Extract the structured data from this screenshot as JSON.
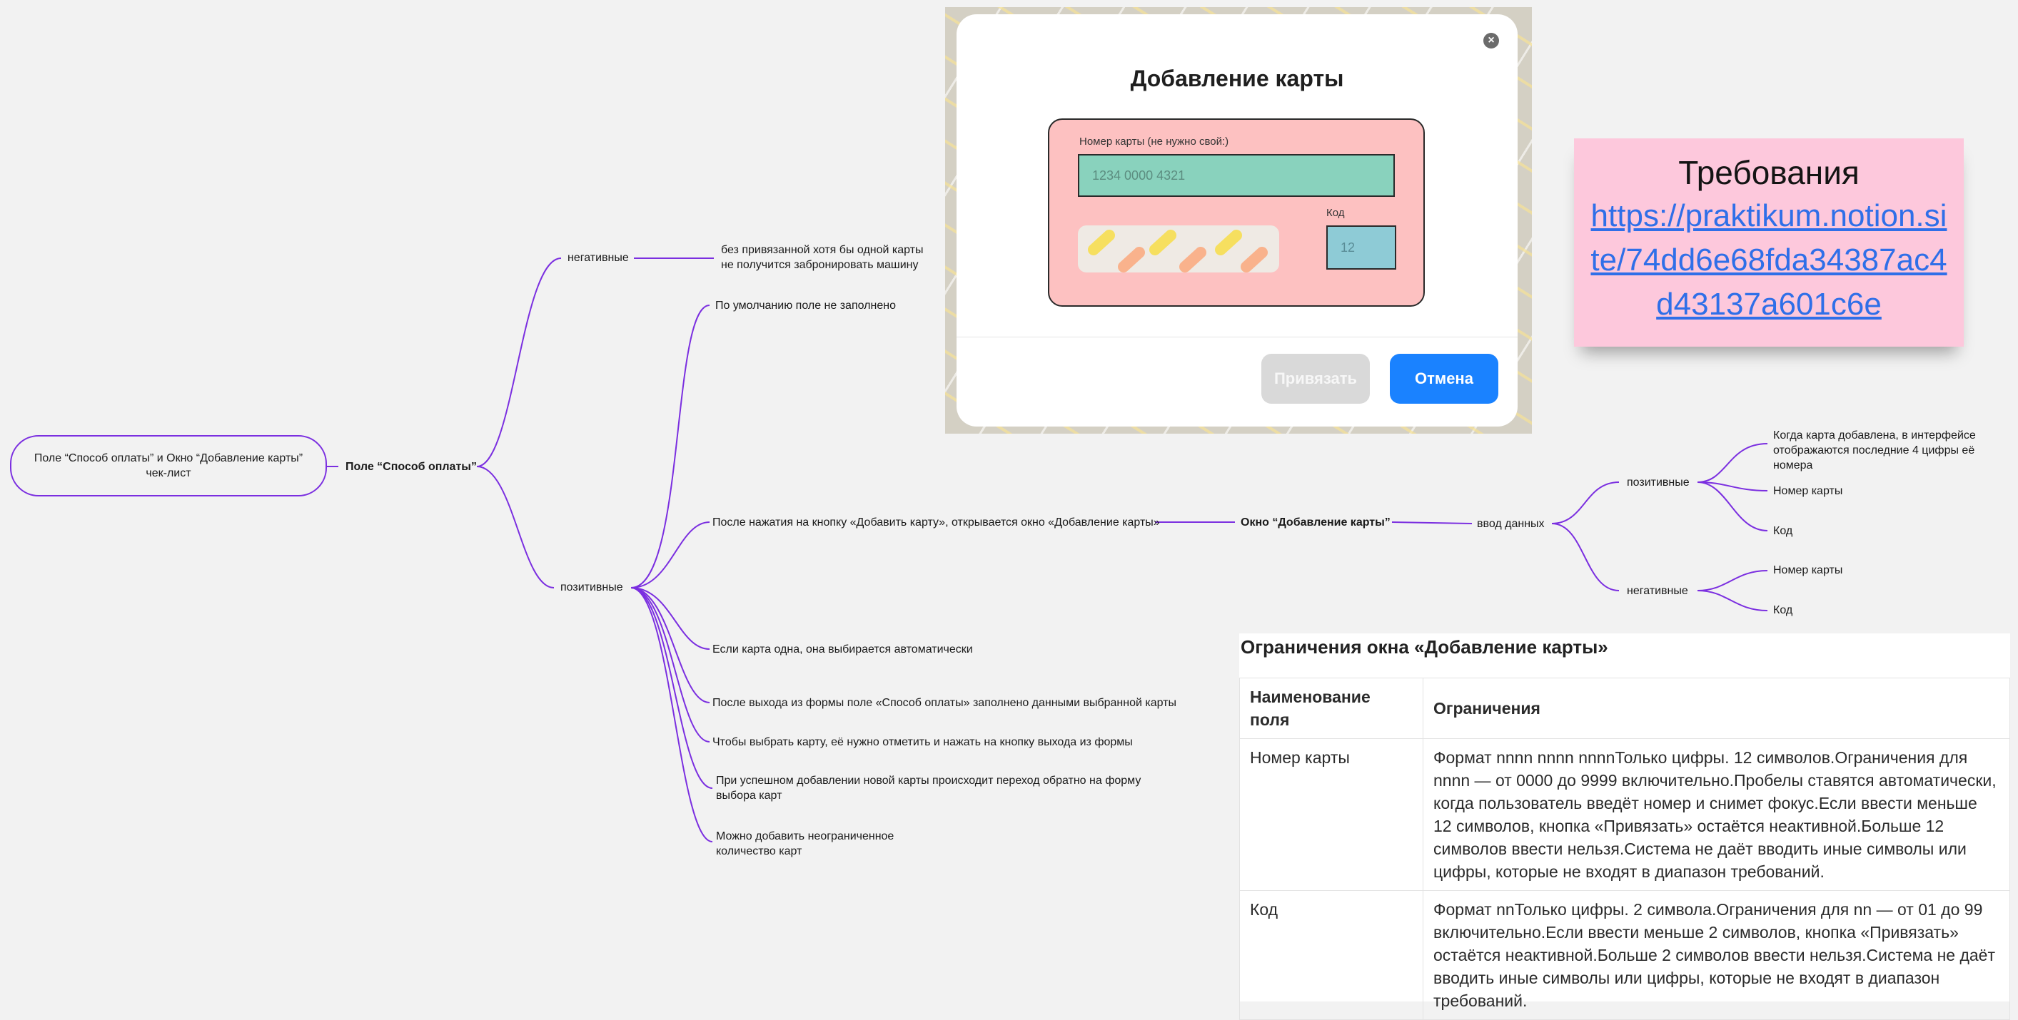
{
  "root": {
    "line1": "Поле “Способ оплаты” и Окно “Добавление карты”",
    "line2": "чек-лист"
  },
  "branch_main": "Поле “Способ оплаты”",
  "negative": {
    "label": "негативные",
    "items": [
      {
        "line1": "без привязанной хотя бы одной карты",
        "line2": "не получится забронировать машину"
      }
    ]
  },
  "positive": {
    "label": "позитивные",
    "items": [
      "По умолчанию поле не заполнено",
      "После нажатия на кнопку «Добавить карту», открывается окно «Добавление карты»",
      "Если карта одна, она выбирается автоматически",
      "После выхода из формы поле «Способ оплаты» заполнено данными выбранной карты",
      "Чтобы выбрать карту, её нужно отметить и нажать на кнопку выхода из формы"
    ],
    "multi": [
      {
        "line1": "При успешном добавлении новой карты происходит переход обратно на форму",
        "line2": "выбора карт"
      },
      {
        "line1": "Можно добавить неограниченное",
        "line2": "количество карт"
      }
    ]
  },
  "window_node": "Окно “Добавление карты”",
  "data_entry": {
    "label": "ввод данных",
    "positive_label": "позитивные",
    "positive_items": [
      {
        "line1": "Когда карта добавлена, в интерфейсе",
        "line2": "отображаются последние 4 цифры её номера"
      },
      {
        "line1": "Номер карты",
        "line2": ""
      },
      {
        "line1": "Код",
        "line2": ""
      }
    ],
    "negative_label": "негативные",
    "negative_items": [
      "Номер карты",
      "Код"
    ]
  },
  "modal": {
    "title": "Добавление карты",
    "close_glyph": "×",
    "number_label": "Номер карты (не нужно свой:)",
    "number_placeholder": "1234 0000 4321",
    "code_label": "Код",
    "code_placeholder": "12",
    "link_button": "Привязать",
    "cancel_button": "Отмена"
  },
  "requirements": {
    "title": "Требования",
    "link": "https://praktikum.notion.site/74dd6e68fda34387ac4d43137a601c6e"
  },
  "limits_table": {
    "title": "Ограничения окна «Добавление карты»",
    "headers": [
      "Наименование поля",
      "Ограничения"
    ],
    "rows": [
      [
        "Номер карты",
        "Формат nnnn nnnn nnnnТолько цифры. 12 символов.Ограничения для nnnn — от 0000 до 9999 включительно.Пробелы ставятся автоматически, когда пользователь введёт номер и снимет фокус.Если ввести меньше 12 символов, кнопка «Привязать» остаётся неактивной.Больше 12 символов ввести нельзя.Система не даёт вводить иные символы или цифры, которые не входят в диапазон требований."
      ],
      [
        "Код",
        "Формат nnТолько цифры. 2 символа.Ограничения для nn — от 01 до 99 включительно.Если ввести меньше 2 символов, кнопка «Привязать» остаётся неактивной.Больше 2 символов ввести нельзя.Система не даёт вводить иные символы или цифры, которые не входят в диапазон требований."
      ]
    ]
  },
  "colors": {
    "connector": "#7b2fe0",
    "card": "#fdc1c1",
    "card_number_field": "#89d2bd",
    "card_code_field": "#8ecbd6",
    "cancel_button": "#1a82ff",
    "sticky_note": "#fdc8dc",
    "link": "#2f6fe8"
  }
}
